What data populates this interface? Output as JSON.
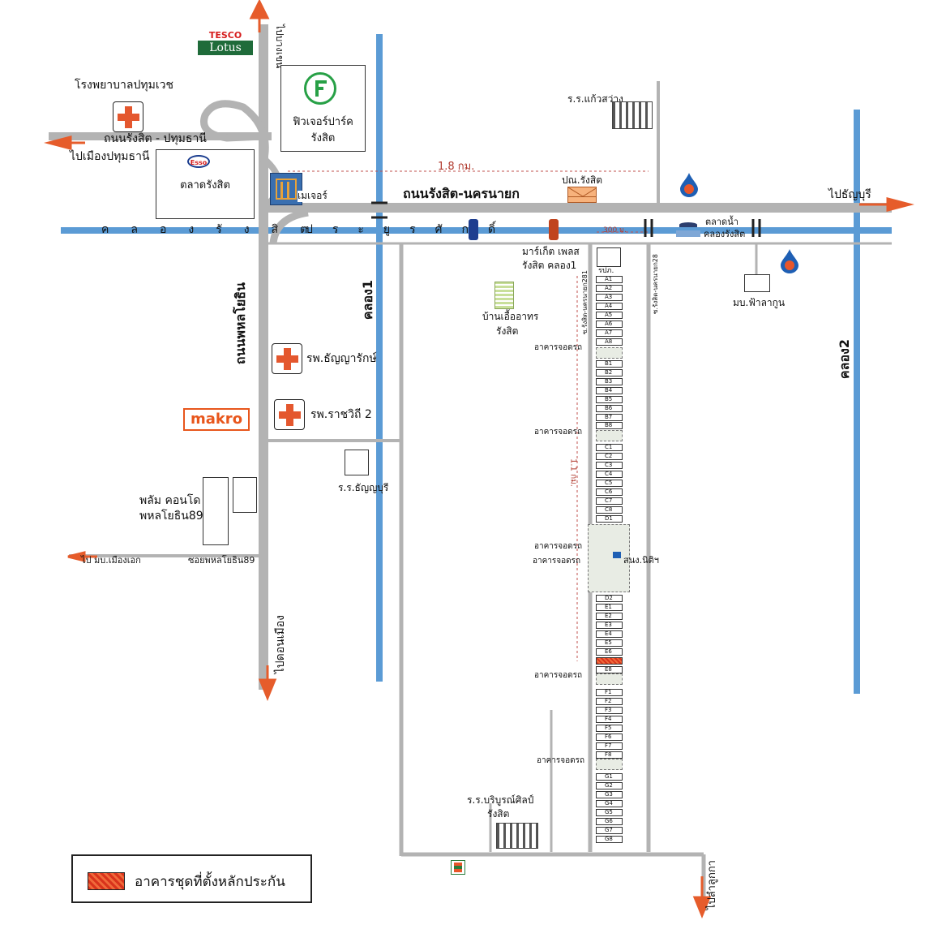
{
  "colors": {
    "road": "#b3b3b3",
    "canal": "#5b9bd5",
    "arrow": "#e65c2b",
    "collateral": "#e2482a",
    "parking": "#e8ece4"
  },
  "top": {
    "tesco_top": "TESCO",
    "tesco_bottom": "Lotus",
    "to_vibhavadi": "ไปบางเขน",
    "hospital": "โรงพยาบาลปทุมเวช",
    "future_park_line1": "ฟิวเจอร์ปาร์ค",
    "future_park_line2": "รังสิต",
    "rangsit_pathum_road": "ถนนรังสิต - ปทุมธานี",
    "to_pathum": "ไปเมืองปทุมธานี",
    "esso": "Esso",
    "rangsit_market": "ตลาดรังสิต",
    "major": "เมเจอร์",
    "distance_18": "1.8 กม.",
    "main_road": "ถนนรังสิต-นครนายก",
    "post_office": "ปณ.รังสิต",
    "to_thanyaburi": "ไปธัญบุรี",
    "school_kaew": "ร.ร.แก้วสว่าง",
    "canal_left": "คลองรังสิต",
    "canal_right": "ประยูรศักดิ์",
    "dist_300": "300 ม.",
    "floating_market_line1": "ตลาดน้ำ",
    "floating_market_line2": "คลองรังสิต",
    "market_place_line1": "มาร์เก็ต เพลส",
    "market_place_line2": "รังสิต คลอง1",
    "village_fahlakun": "มบ.ฟ้าลากูน",
    "soi_281": "ซ.รังสิต-นครนายก281",
    "soi_28": "ซ.รังสิต-นครนายก28",
    "tl_box": "รปภ.",
    "eua_arthon_line1": "บ้านเอื้ออาทร",
    "eua_arthon_line2": "รังสิต"
  },
  "left": {
    "phahon_road": "ถนนพหลโยธิน",
    "klong1": "คลอง1",
    "hospital_thanyarak": "รพ.ธัญญารักษ์",
    "makro": "makro",
    "hospital_rajvithi": "รพ.ราชวิถี 2",
    "school_thanyaburi": "ร.ร.ธัญญบุรี",
    "palm_condo_line1": "พลัม คอนโด",
    "palm_condo_line2": "พหลโยธิน89",
    "to_muang_ek": "ไป มบ.เมืองเอก",
    "soi_phahon89": "ซอยพหลโยธิน89",
    "to_don_mueang": "ไปดอนเมือง"
  },
  "right": {
    "klong2": "คลอง2",
    "parking": "อาคารจอดรถ",
    "juristic": "สนง.นิติฯ",
    "distance_11": "1.1 กม.",
    "school_boriboon_line1": "ร.ร.บริบูรณ์ศิลป์",
    "school_boriboon_line2": "รังสิต",
    "to_lamlukka": "ไปลำลูกกา"
  },
  "units": {
    "A": [
      "A1",
      "A2",
      "A3",
      "A4",
      "A5",
      "A6",
      "A7",
      "A8"
    ],
    "B": [
      "B1",
      "B2",
      "B3",
      "B4",
      "B5",
      "B6",
      "B7",
      "B8"
    ],
    "C": [
      "C1",
      "C2",
      "C3",
      "C4",
      "C5",
      "C6",
      "C7",
      "C8"
    ],
    "D": [
      "D1",
      "D2"
    ],
    "E": [
      "E1",
      "E2",
      "E3",
      "E4",
      "E5",
      "E6",
      "E7",
      "E8"
    ],
    "F": [
      "F1",
      "F2",
      "F3",
      "F4",
      "F5",
      "F6",
      "F7",
      "F8"
    ],
    "G": [
      "G1",
      "G2",
      "G3",
      "G4",
      "G5",
      "G6",
      "G7",
      "G8"
    ]
  },
  "legend": {
    "label": "อาคารชุดที่ตั้งหลักประกัน"
  }
}
